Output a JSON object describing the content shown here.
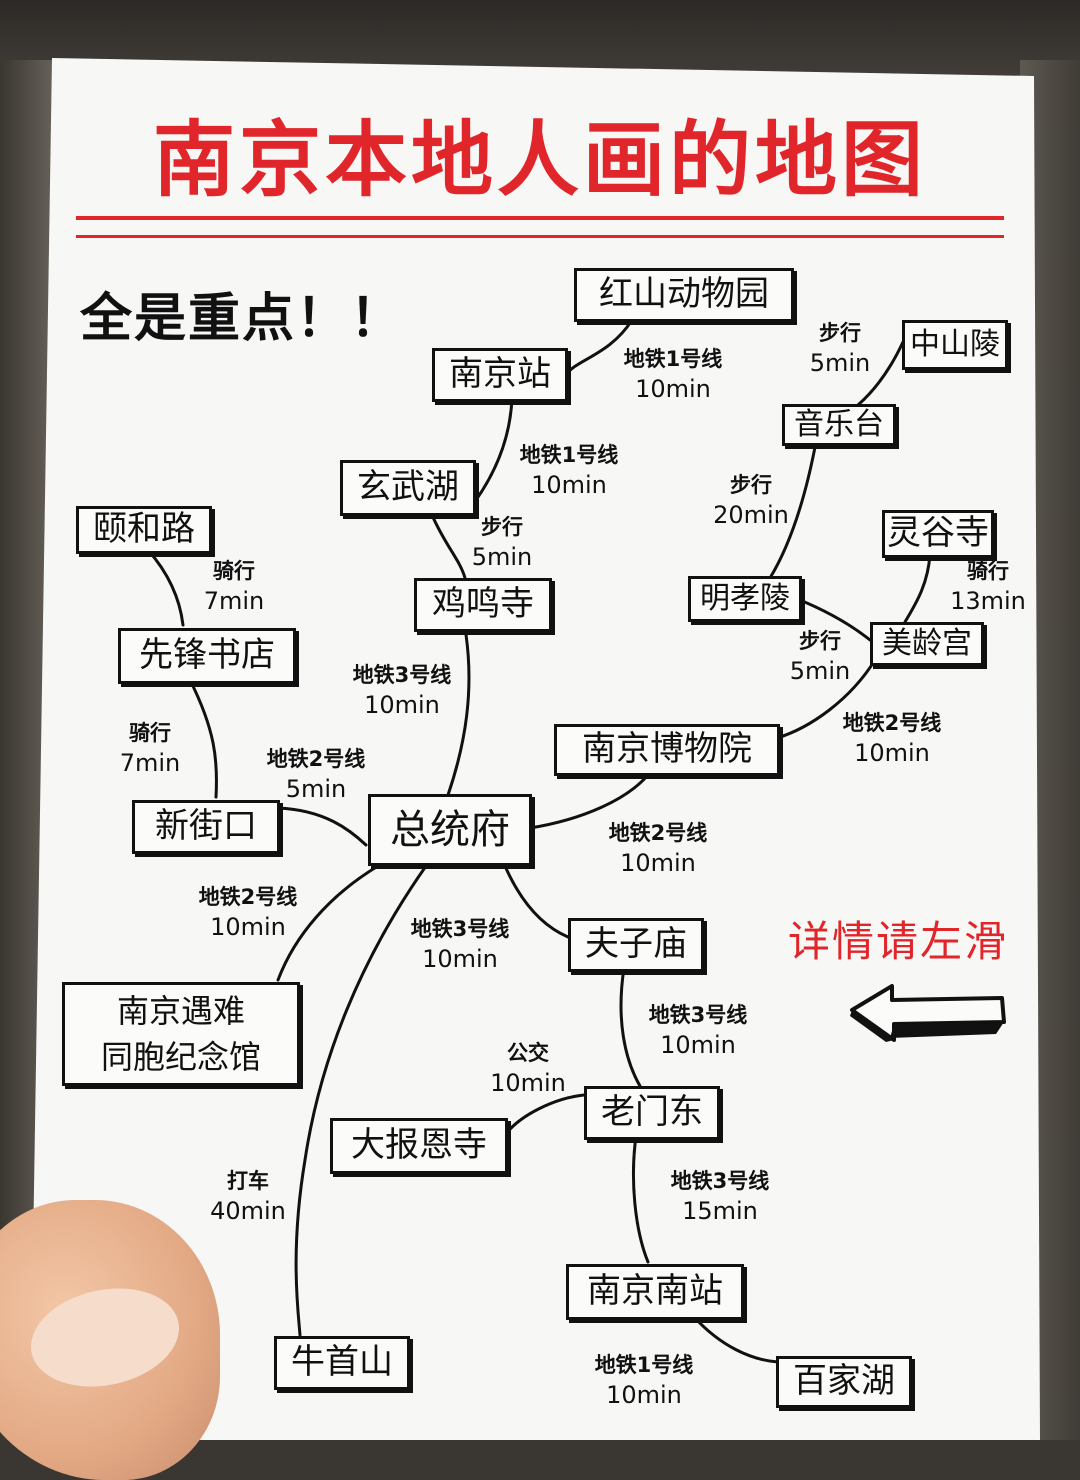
{
  "title": "南京本地人画的地图",
  "subtitle": "全是重点！！",
  "hint": "详情请左滑",
  "colors": {
    "accent": "#e0262a",
    "ink": "#111111",
    "paper": "#f7f7f5"
  },
  "icons": {
    "arrow": "left-arrow-icon"
  },
  "nodes": {
    "hongshan_zoo": "红山动物园",
    "nanjing_station": "南京站",
    "zhongshan_ling": "中山陵",
    "yinyuetai": "音乐台",
    "xuanwu_lake": "玄武湖",
    "yihe_road": "颐和路",
    "jiming_temple": "鸡鸣寺",
    "linggu_temple": "灵谷寺",
    "mingxiao_ling": "明孝陵",
    "meiling_palace": "美龄宫",
    "xianfeng_bookstore": "先锋书店",
    "nanjing_museum": "南京博物院",
    "xinjiekou": "新街口",
    "presidential_palace": "总统府",
    "fuzimiao": "夫子庙",
    "memorial_line1": "南京遇难",
    "memorial_line2": "同胞纪念馆",
    "laomendong": "老门东",
    "dabaoen_temple": "大报恩寺",
    "nanjing_south": "南京南站",
    "niushou_mountain": "牛首山",
    "baijia_lake": "百家湖"
  },
  "edges": [
    {
      "transport": "地铁1号线",
      "duration": "10min"
    },
    {
      "transport": "步行",
      "duration": "5min"
    },
    {
      "transport": "地铁1号线",
      "duration": "10min"
    },
    {
      "transport": "步行",
      "duration": "20min"
    },
    {
      "transport": "步行",
      "duration": "5min"
    },
    {
      "transport": "骑行",
      "duration": "7min"
    },
    {
      "transport": "骑行",
      "duration": "13min"
    },
    {
      "transport": "步行",
      "duration": "5min"
    },
    {
      "transport": "地铁3号线",
      "duration": "10min"
    },
    {
      "transport": "地铁2号线",
      "duration": "10min"
    },
    {
      "transport": "骑行",
      "duration": "7min"
    },
    {
      "transport": "地铁2号线",
      "duration": "5min"
    },
    {
      "transport": "地铁2号线",
      "duration": "10min"
    },
    {
      "transport": "地铁2号线",
      "duration": "10min"
    },
    {
      "transport": "地铁3号线",
      "duration": "10min"
    },
    {
      "transport": "地铁3号线",
      "duration": "10min"
    },
    {
      "transport": "公交",
      "duration": "10min"
    },
    {
      "transport": "打车",
      "duration": "40min"
    },
    {
      "transport": "地铁3号线",
      "duration": "15min"
    },
    {
      "transport": "地铁1号线",
      "duration": "10min"
    }
  ]
}
